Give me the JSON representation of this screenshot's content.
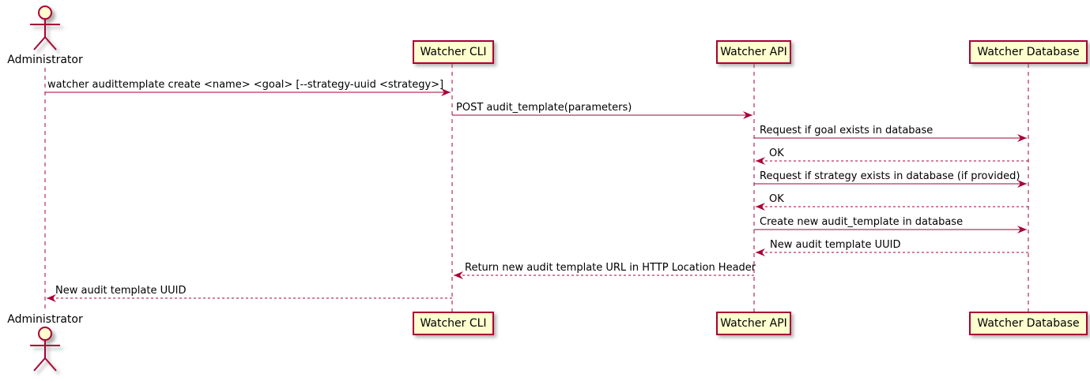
{
  "diagram": {
    "type": "uml-sequence",
    "colors": {
      "border": "#A80036",
      "arrow": "#A80036",
      "participant_fill": "#FEFECE",
      "text": "#000000",
      "background": "#FFFFFF"
    },
    "actors": [
      {
        "name": "Administrator"
      }
    ],
    "participants": [
      {
        "label": "Watcher CLI"
      },
      {
        "label": "Watcher API"
      },
      {
        "label": "Watcher Database"
      }
    ],
    "messages": [
      {
        "from": "Administrator",
        "to": "Watcher CLI",
        "style": "solid",
        "text": "watcher audittemplate create <name> <goal> [--strategy-uuid <strategy>]"
      },
      {
        "from": "Watcher CLI",
        "to": "Watcher API",
        "style": "solid",
        "text": "POST audit_template(parameters)"
      },
      {
        "from": "Watcher API",
        "to": "Watcher Database",
        "style": "solid",
        "text": "Request if goal exists in database"
      },
      {
        "from": "Watcher Database",
        "to": "Watcher API",
        "style": "dashed",
        "text": "OK"
      },
      {
        "from": "Watcher API",
        "to": "Watcher Database",
        "style": "solid",
        "text": "Request if strategy exists in database (if provided)"
      },
      {
        "from": "Watcher Database",
        "to": "Watcher API",
        "style": "dashed",
        "text": "OK"
      },
      {
        "from": "Watcher API",
        "to": "Watcher Database",
        "style": "solid",
        "text": "Create new audit_template in database"
      },
      {
        "from": "Watcher Database",
        "to": "Watcher API",
        "style": "dashed",
        "text": "New audit template UUID"
      },
      {
        "from": "Watcher API",
        "to": "Watcher CLI",
        "style": "dashed",
        "text": "Return new audit template URL in HTTP Location Header"
      },
      {
        "from": "Watcher CLI",
        "to": "Administrator",
        "style": "dashed",
        "text": "New audit template UUID"
      }
    ]
  }
}
